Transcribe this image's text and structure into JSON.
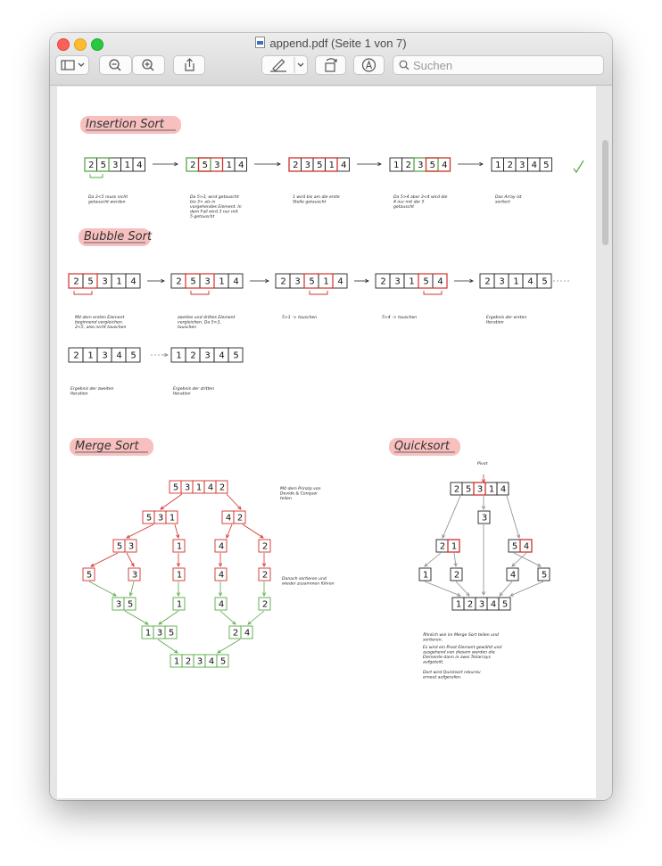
{
  "window": {
    "title": "append.pdf (Seite 1 von 7)"
  },
  "toolbar": {
    "search_placeholder": "Suchen",
    "icons": [
      "sidebar-icon",
      "chevron-down-icon",
      "zoom-out-icon",
      "zoom-in-icon",
      "share-icon",
      "markup-pen-icon",
      "chevron-down-icon",
      "rotate-icon",
      "annotate-icon",
      "search-icon"
    ]
  },
  "document": {
    "insertion": {
      "heading": "Insertion Sort",
      "rows": [
        [
          "2",
          "5",
          "3",
          "1",
          "4"
        ],
        [
          "2",
          "5",
          "3",
          "1",
          "4"
        ],
        [
          "2",
          "3",
          "5",
          "1",
          "4"
        ],
        [
          "1",
          "2",
          "3",
          "5",
          "4"
        ],
        [
          "1",
          "2",
          "3",
          "4",
          "5"
        ]
      ],
      "notes": [
        "Da 2<5 muss nicht getauscht werden",
        "Da 5>3, wird getauscht bis 3> als in vorgehendes Element. In dem Fall wird 3 nur mit 5 getauscht",
        "1 wird bis am die erste Stelle getauscht",
        "Da 5>4 aber 3<4 wird die 4 nur mit der 5 getauscht",
        "Das Array ist sortiert"
      ]
    },
    "bubble": {
      "heading": "Bubble Sort",
      "rows": [
        [
          "2",
          "5",
          "3",
          "1",
          "4"
        ],
        [
          "2",
          "5",
          "3",
          "1",
          "4"
        ],
        [
          "2",
          "3",
          "5",
          "1",
          "4"
        ],
        [
          "2",
          "3",
          "1",
          "5",
          "4"
        ],
        [
          "2",
          "3",
          "1",
          "4",
          "5"
        ]
      ],
      "rows2": [
        [
          "2",
          "1",
          "3",
          "4",
          "5"
        ],
        [
          "1",
          "2",
          "3",
          "4",
          "5"
        ]
      ],
      "notes": [
        "Mit dem ersten Element beginnend vergleichen. 2<5, also nicht tauschen",
        "zweites und drittes Element vergleichen. Da 5>3, tauschen",
        "5>1 -> tauschen",
        "5>4 -> tauschen",
        "Ergebnis der ersten Iteration"
      ],
      "notes2": [
        "Ergebnis der zweiten Iteration",
        "Ergebnis der dritten Iteration"
      ]
    },
    "merge": {
      "heading": "Merge Sort",
      "levels": [
        [
          [
            "5",
            "3",
            "1",
            "4",
            "2"
          ]
        ],
        [
          [
            "5",
            "3",
            "1"
          ],
          [
            "4",
            "2"
          ]
        ],
        [
          [
            "5",
            "3"
          ],
          [
            "1"
          ],
          [
            "4"
          ],
          [
            "2"
          ]
        ],
        [
          [
            "5"
          ],
          [
            "3"
          ],
          [
            "1"
          ],
          [
            "4"
          ],
          [
            "2"
          ]
        ],
        [
          [
            "3",
            "5"
          ],
          [
            "1"
          ],
          [
            "4"
          ],
          [
            "2"
          ]
        ],
        [
          [
            "1",
            "3",
            "5"
          ],
          [
            "2",
            "4"
          ]
        ],
        [
          [
            "1",
            "2",
            "3",
            "4",
            "5"
          ]
        ]
      ],
      "note1": "Mit dem Prinzip von Devide & Conquer teilen",
      "note2": "Danach sortieren und wieder zusammen führen"
    },
    "quick": {
      "heading": "Quicksort",
      "pivot_label": "Pivot",
      "levels": [
        [
          [
            "2",
            "5",
            "3",
            "1",
            "4"
          ]
        ],
        [
          [
            "3"
          ]
        ],
        [
          [
            "2",
            "1"
          ],
          [
            "5",
            "4"
          ]
        ],
        [
          [
            "1"
          ],
          [
            "2"
          ],
          [
            "4"
          ],
          [
            "5"
          ]
        ],
        [
          [
            "1",
            "2",
            "3",
            "4",
            "5"
          ]
        ]
      ],
      "note": [
        "Ähnlich wie im Merge Sort teilen und sortieren.",
        "Es wird ein Pivot Element gewählt und ausgehend von diesem werden die Elemente dann in zwei Teilarrays aufgeteilt.",
        "Dort wird Quicksort rekursiv erneut aufgerufen."
      ]
    }
  },
  "colors": {
    "highlight": "#f7b8b8",
    "red": "#d0312d",
    "green": "#57a845",
    "arrow_gray": "#8a8a8a"
  }
}
